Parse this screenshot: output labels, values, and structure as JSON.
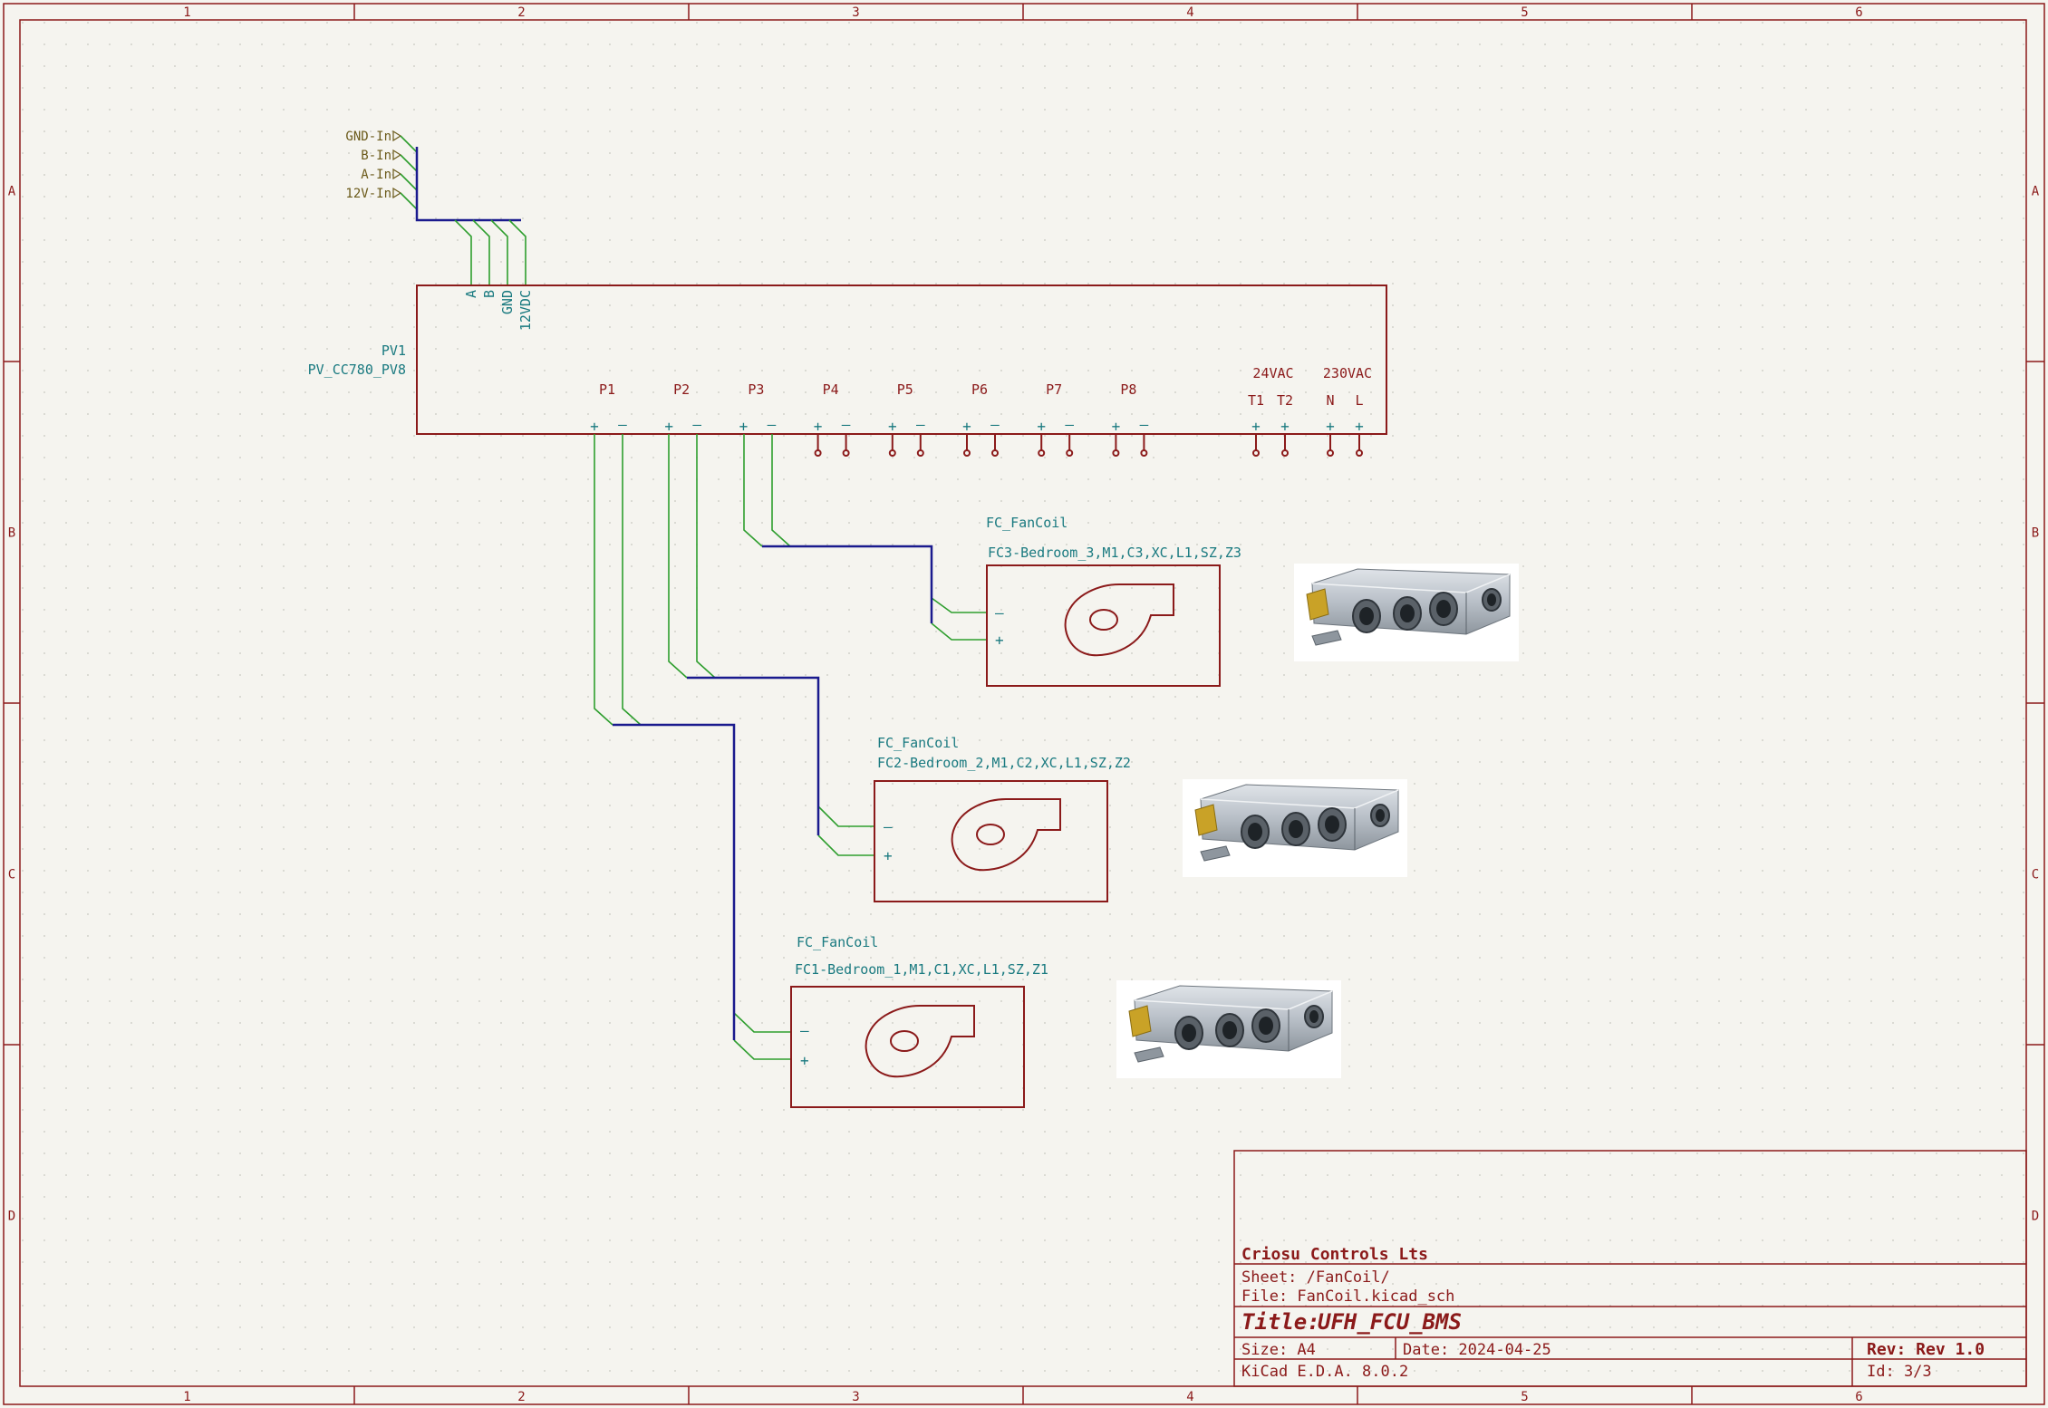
{
  "frame": {
    "columns": [
      "1",
      "2",
      "3",
      "4",
      "5",
      "6"
    ],
    "rows": [
      "A",
      "B",
      "C",
      "D"
    ]
  },
  "hier_labels": [
    "GND-In",
    "B-In",
    "A-In",
    "12V-In"
  ],
  "controller": {
    "ref": "PV1",
    "value": "PV_CC780_PV8",
    "bus_pins": [
      "A",
      "B",
      "GND",
      "12VDC"
    ],
    "outputs": [
      "P1",
      "P2",
      "P3",
      "P4",
      "P5",
      "P6",
      "P7",
      "P8"
    ],
    "supply_24": "24VAC",
    "supply_230": "230VAC",
    "supply_pins": [
      "T1",
      "T2",
      "N",
      "L"
    ],
    "plus": "+",
    "minus": "—"
  },
  "fancoils": [
    {
      "type": "FC_FanCoil",
      "label": "FC3-Bedroom_3,M1,C3,XC,L1,SZ,Z3",
      "minus": "—",
      "plus": "+"
    },
    {
      "type": "FC_FanCoil",
      "label": "FC2-Bedroom_2,M1,C2,XC,L1,SZ,Z2",
      "minus": "—",
      "plus": "+"
    },
    {
      "type": "FC_FanCoil",
      "label": "FC1-Bedroom_1,M1,C1,XC,L1,SZ,Z1",
      "minus": "—",
      "plus": "+"
    }
  ],
  "title_block": {
    "company": "Criosu Controls Lts",
    "sheet": "Sheet: /FanCoil/",
    "file": "File: FanCoil.kicad_sch",
    "title_prefix": "Title:",
    "title": "UFH_FCU_BMS",
    "size": "Size: A4",
    "date": "Date: 2024-04-25",
    "rev": "Rev: Rev 1.0",
    "tool": "KiCad E.D.A. 8.0.2",
    "id": "Id: 3/3"
  },
  "colors": {
    "frame": "#8b1a1a",
    "wire": "#2e9e2e",
    "bus": "#1a1a8e",
    "label": "#1a7a80",
    "hier_label": "#6b5a1a"
  }
}
